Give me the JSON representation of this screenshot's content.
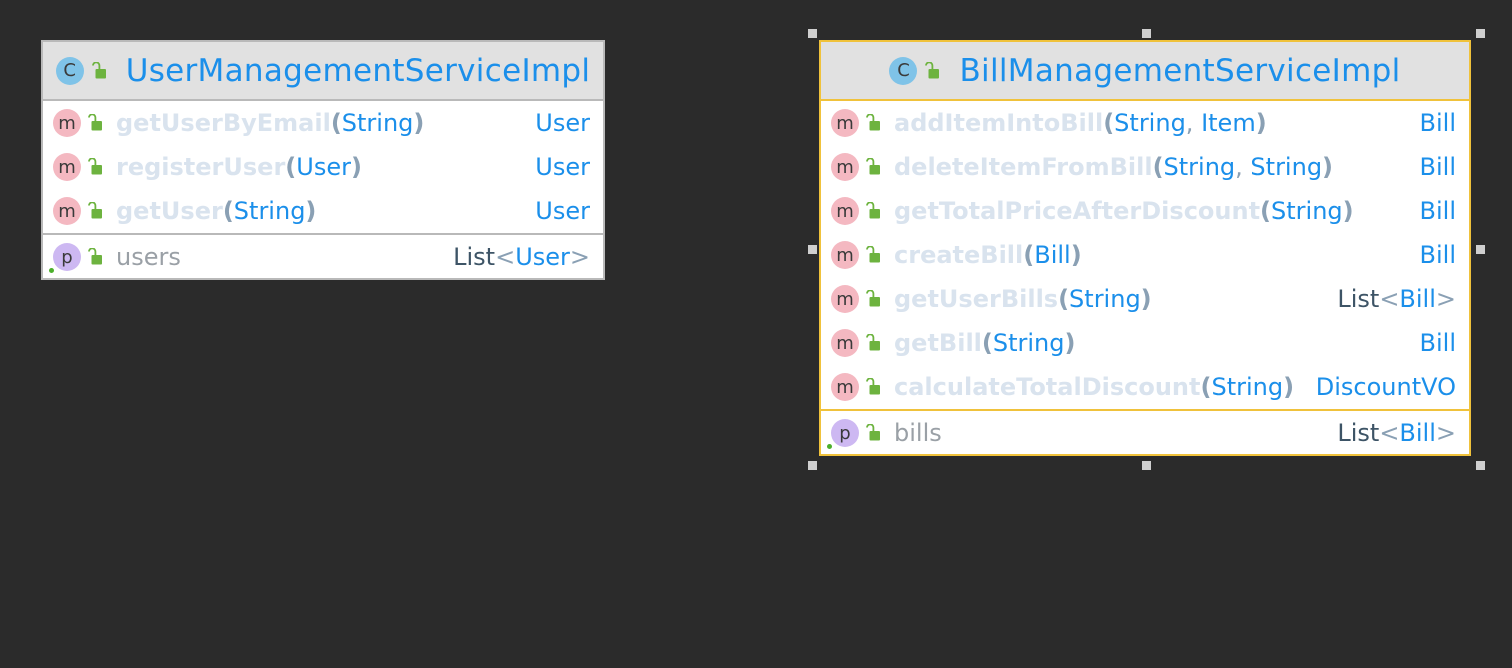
{
  "classes": [
    {
      "name": "UserManagementServiceImpl",
      "kind": "C",
      "methods": [
        {
          "name": "getUserByEmail",
          "params": [
            "String"
          ],
          "return": "User"
        },
        {
          "name": "registerUser",
          "params": [
            "User"
          ],
          "return": "User"
        },
        {
          "name": "getUser",
          "params": [
            "String"
          ],
          "return": "User"
        }
      ],
      "fields": [
        {
          "name": "users",
          "type": "List",
          "generic": "User"
        }
      ]
    },
    {
      "name": "BillManagementServiceImpl",
      "kind": "C",
      "methods": [
        {
          "name": "addItemIntoBill",
          "params": [
            "String",
            "Item"
          ],
          "return": "Bill"
        },
        {
          "name": "deleteItemFromBill",
          "params": [
            "String",
            "String"
          ],
          "return": "Bill"
        },
        {
          "name": "getTotalPriceAfterDiscount",
          "params": [
            "String"
          ],
          "return": "Bill"
        },
        {
          "name": "createBill",
          "params": [
            "Bill"
          ],
          "return": "Bill"
        },
        {
          "name": "getUserBills",
          "params": [
            "String"
          ],
          "return": "List<Bill>"
        },
        {
          "name": "getBill",
          "params": [
            "String"
          ],
          "return": "Bill"
        },
        {
          "name": "calculateTotalDiscount",
          "params": [
            "String"
          ],
          "return": "DiscountVO"
        }
      ],
      "fields": [
        {
          "name": "bills",
          "type": "List",
          "generic": "Bill"
        }
      ]
    }
  ],
  "badges": {
    "class": "C",
    "method": "m",
    "property": "p"
  },
  "icons": {
    "class": "class-icon",
    "method": "method-icon",
    "property": "property-icon",
    "visibility": "open-lock-icon"
  },
  "colors": {
    "background": "#2b2b2b",
    "header": "#e1e1e1",
    "name_blue": "#1b8fea",
    "selected_border": "#f0c23b",
    "lock_green": "#6db33f",
    "method_badge": "#f4b8c1",
    "property_badge": "#cdb8f2",
    "class_badge": "#7fc3e8"
  }
}
